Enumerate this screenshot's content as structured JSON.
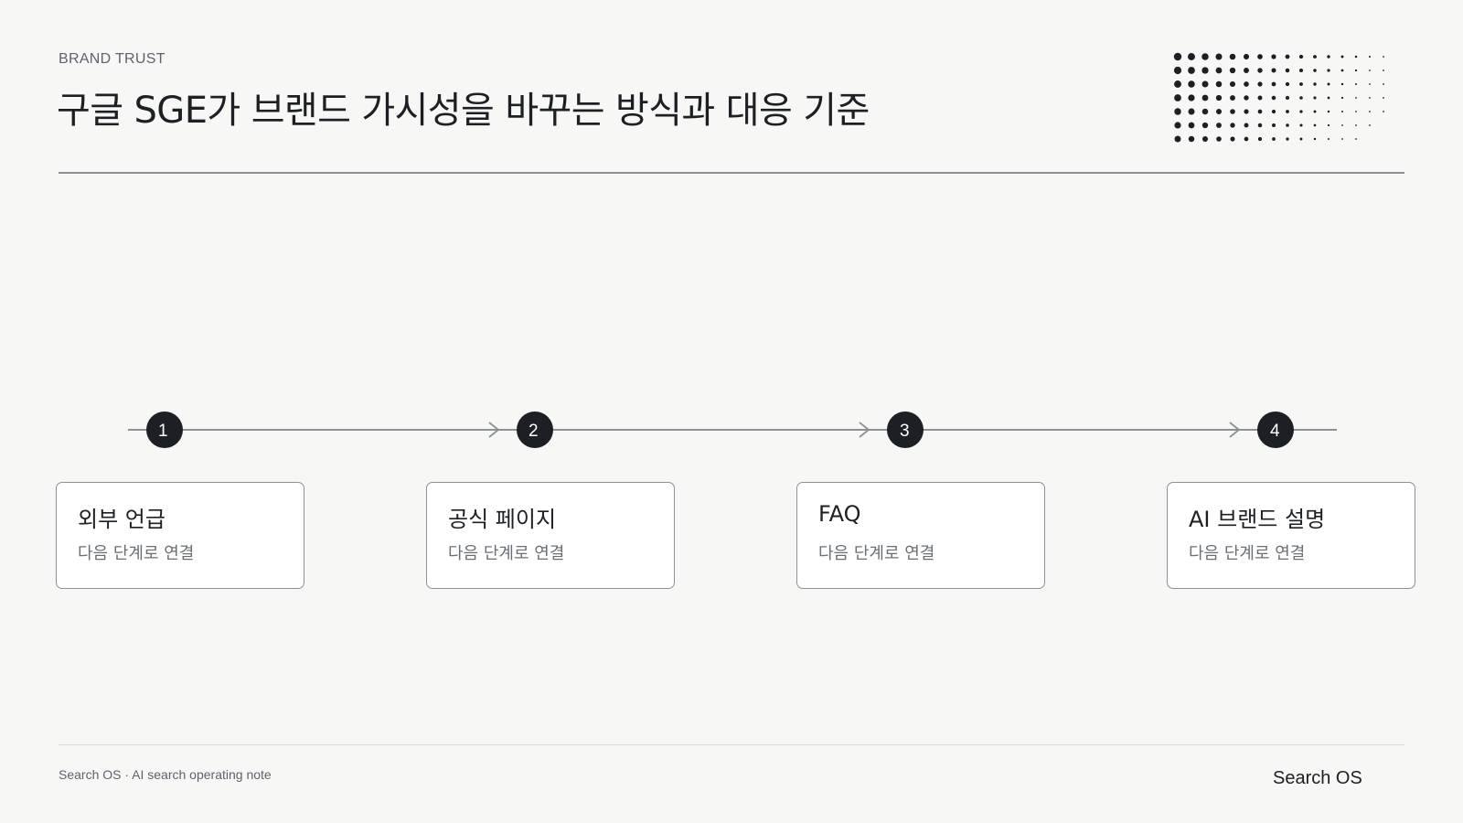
{
  "header": {
    "eyebrow": "BRAND TRUST",
    "title": "구글 SGE가 브랜드 가시성을 바꾸는 방식과 대응 기준"
  },
  "flow": {
    "steps": [
      {
        "number": "1",
        "title": "외부 언급",
        "subtitle": "다음 단계로 연결"
      },
      {
        "number": "2",
        "title": "공식 페이지",
        "subtitle": "다음 단계로 연결"
      },
      {
        "number": "3",
        "title": "FAQ",
        "subtitle": "다음 단계로 연결"
      },
      {
        "number": "4",
        "title": "AI 브랜드 설명",
        "subtitle": "다음 단계로 연결"
      }
    ]
  },
  "footer": {
    "note": "Search OS · AI search operating note",
    "brand": "Search OS"
  },
  "colors": {
    "background": "#f7f7f6",
    "ink": "#1c1f24",
    "muted": "#6a6f77",
    "line": "#8c9097",
    "node_fill": "#1c1f24"
  }
}
